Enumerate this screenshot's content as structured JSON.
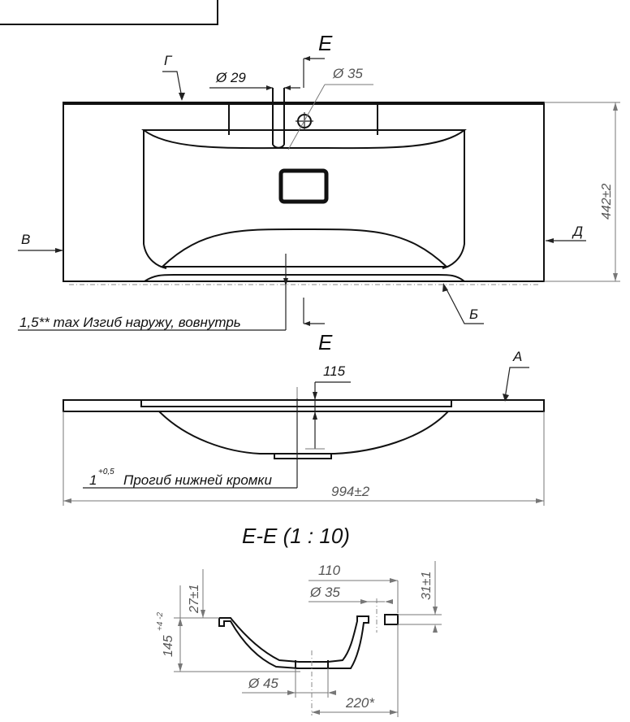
{
  "views": {
    "top": {
      "label_e_top": "Е",
      "label_e_bottom": "Е",
      "dim_tap_hole": "Ø 29",
      "dim_overflow_hole": "Ø 35",
      "label_g": "Г",
      "label_v": "В",
      "label_d": "Д",
      "label_b": "Б",
      "dim_depth": "442±2",
      "note_bend": "1,5** max Изгиб наружу, вовнутрь"
    },
    "front": {
      "label_a": "А",
      "dim_bowl_depth": "115",
      "note_sag_main": "1",
      "note_sag_sup": "+0,5",
      "note_sag_text": "Прогиб нижней кромки",
      "dim_width": "994±2"
    },
    "section": {
      "title": "Е-Е (1 : 10)",
      "dim_110": "110",
      "dim_d35": "Ø 35",
      "dim_31": "31±1",
      "dim_27": "27±1",
      "dim_145_main": "145",
      "dim_145_tol": "+4 -2",
      "dim_d45": "Ø 45",
      "dim_220": "220*"
    }
  }
}
